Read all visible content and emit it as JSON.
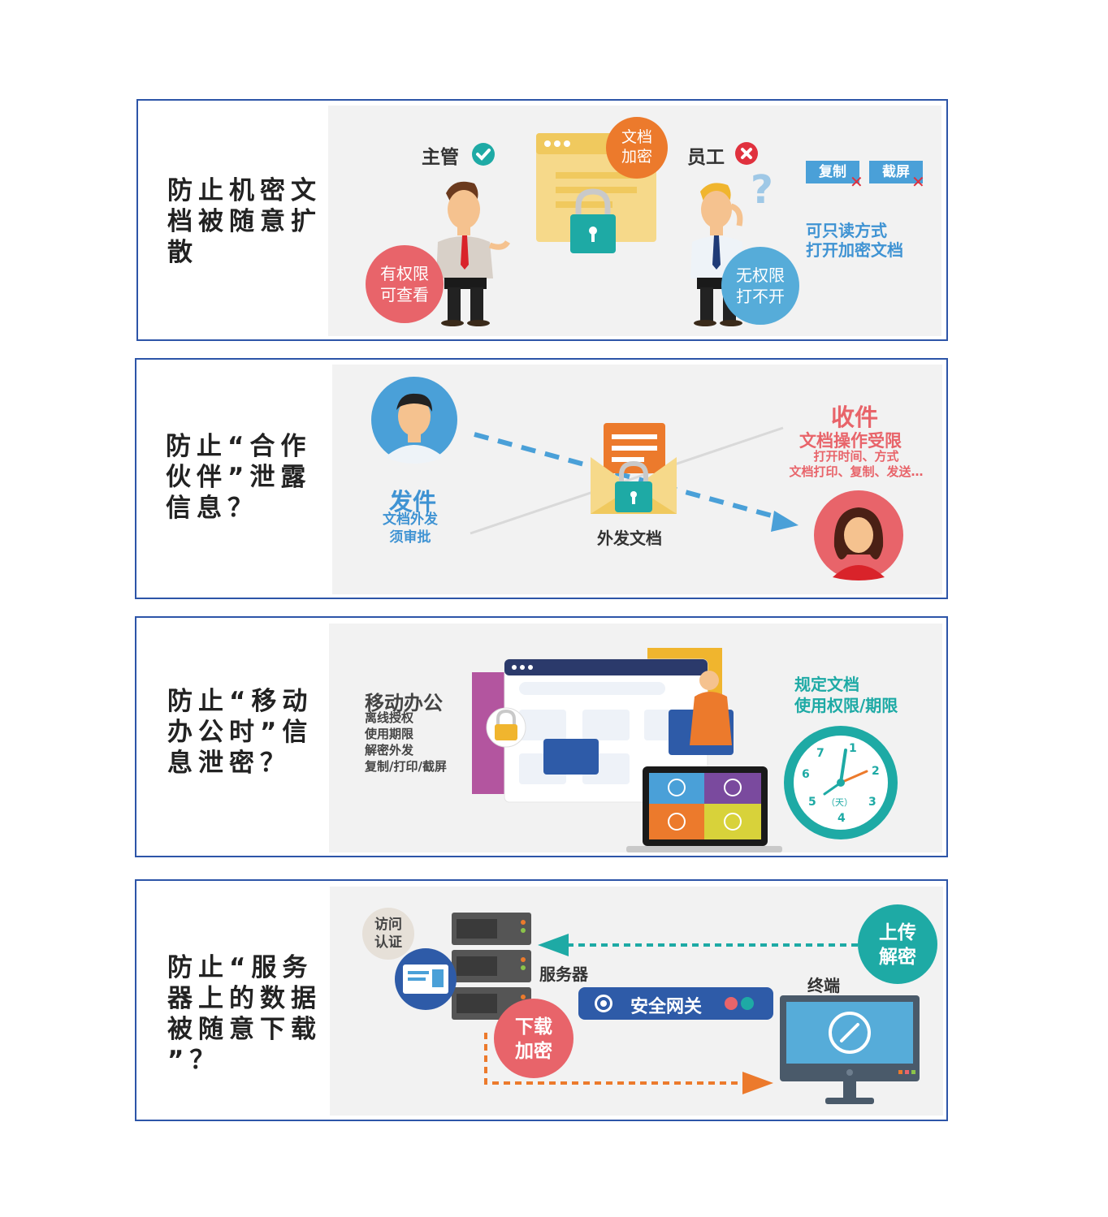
{
  "panels": [
    {
      "title_lines": [
        "防止机密文",
        "档被随意扩",
        "散"
      ],
      "manager_label": "主管",
      "employee_label": "员工",
      "doc_bubble": [
        "文档",
        "加密"
      ],
      "can_view_bubble": [
        "有权限",
        "可查看"
      ],
      "no_access_bubble": [
        "无权限",
        "打不开"
      ],
      "copy_tag": "复制",
      "screenshot_tag": "截屏",
      "readonly_note": [
        "可只读方式",
        "打开加密文档"
      ]
    },
    {
      "title_lines": [
        "防止“合作",
        "伙伴”泄露",
        "信息？"
      ],
      "send_title": "发件",
      "send_sub": [
        "文档外发",
        "须审批"
      ],
      "doc_label": "外发文档",
      "receive_title": "收件",
      "receive_sub": "文档操作受限",
      "receive_detail": [
        "打开时间、方式",
        "文档打印、复制、发送…"
      ]
    },
    {
      "title_lines": [
        "防止“移动",
        "办公时”信",
        "息泄密？"
      ],
      "mobile_title": "移动办公",
      "mobile_items": [
        "离线授权",
        "使用期限",
        "解密外发",
        "复制/打印/截屏"
      ],
      "rule_note": [
        "规定文档",
        "使用权限/期限"
      ],
      "clock_numbers": [
        "1",
        "2",
        "3",
        "4",
        "5",
        "6",
        "7"
      ],
      "clock_unit": "（天）"
    },
    {
      "title_lines": [
        "防止“服务",
        "器上的数据",
        "被随意下载",
        "”？"
      ],
      "auth_bubble": [
        "访问",
        "认证"
      ],
      "server_label": "服务器",
      "gateway_label": "安全网关",
      "terminal_label": "终端",
      "upload_bubble": [
        "上传",
        "解密"
      ],
      "download_bubble": [
        "下载",
        "加密"
      ]
    }
  ],
  "colors": {
    "frame": "#2d55a8",
    "red": "#e8646a",
    "orange": "#ec7a2c",
    "blue": "#4aa0d8",
    "teal": "#1eaaa5",
    "navy": "#2e5ba8"
  }
}
